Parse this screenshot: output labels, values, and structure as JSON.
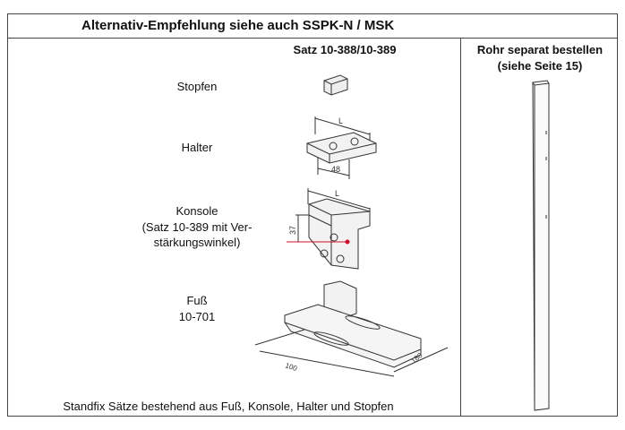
{
  "header": {
    "title": "Alternativ-Empfehlung siehe auch SSPK-N / MSK"
  },
  "set_title": "Satz 10-388/10-389",
  "pipe_note": {
    "line1": "Rohr separat bestellen",
    "line2": "(siehe Seite 15)"
  },
  "parts": [
    {
      "label": "Stopfen"
    },
    {
      "label": "Halter"
    },
    {
      "label": "Konsole",
      "sub1": "(Satz  10-389 mit Ver-",
      "sub2": "stärkungswinkel)"
    },
    {
      "label": "Fuß",
      "sub1": "10-701"
    }
  ],
  "dimensions": {
    "halter_length": "L",
    "halter_width": "48",
    "konsole_length": "L",
    "konsole_height": "37",
    "foot_length": "100",
    "foot_width": "180"
  },
  "footer": "Standfix Sätze bestehend aus Fuß, Konsole, Halter und Stopfen",
  "colors": {
    "marker": "#d0102a"
  }
}
